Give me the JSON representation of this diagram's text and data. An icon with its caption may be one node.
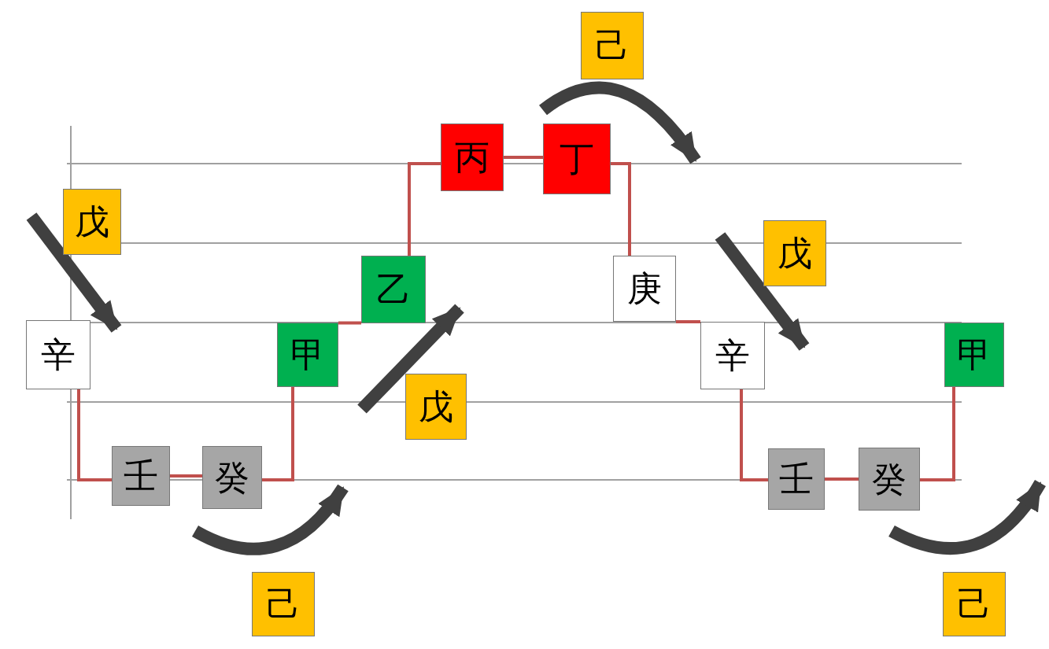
{
  "diagram": {
    "nodes": [
      {
        "text": [
          "辛"
        ]
      },
      {
        "text": [
          "戊"
        ]
      },
      {
        "text": [
          "甲"
        ]
      },
      {
        "text": [
          "壬"
        ]
      },
      {
        "text": [
          "癸"
        ]
      },
      {
        "text": [
          "己"
        ]
      },
      {
        "text": [
          "乙"
        ]
      },
      {
        "text": [
          "戊"
        ]
      },
      {
        "text": [
          "丙"
        ]
      },
      {
        "text": [
          "丁"
        ]
      },
      {
        "text": [
          "己"
        ]
      },
      {
        "text": [
          "庚"
        ]
      },
      {
        "text": [
          "戊"
        ]
      },
      {
        "text": [
          "辛"
        ]
      },
      {
        "text": [
          "甲"
        ]
      },
      {
        "text": [
          "壬"
        ]
      },
      {
        "text": [
          "癸"
        ]
      },
      {
        "text": [
          "己"
        ]
      }
    ],
    "edges": [
      {
        "from": 0,
        "to": 3,
        "arrow": "none"
      },
      {
        "from": 3,
        "to": 4,
        "arrow": "none"
      },
      {
        "from": 4,
        "to": 2,
        "arrow": "none"
      },
      {
        "from": 2,
        "to": 6,
        "arrow": "none"
      },
      {
        "from": 6,
        "to": 8,
        "arrow": "none"
      },
      {
        "from": 8,
        "to": 9,
        "arrow": "none"
      },
      {
        "from": 9,
        "to": 11,
        "arrow": "none"
      },
      {
        "from": 11,
        "to": 13,
        "arrow": "none"
      },
      {
        "from": 13,
        "to": 15,
        "arrow": "none"
      },
      {
        "from": 15,
        "to": 16,
        "arrow": "none"
      },
      {
        "from": 16,
        "to": 14,
        "arrow": "none"
      }
    ]
  }
}
